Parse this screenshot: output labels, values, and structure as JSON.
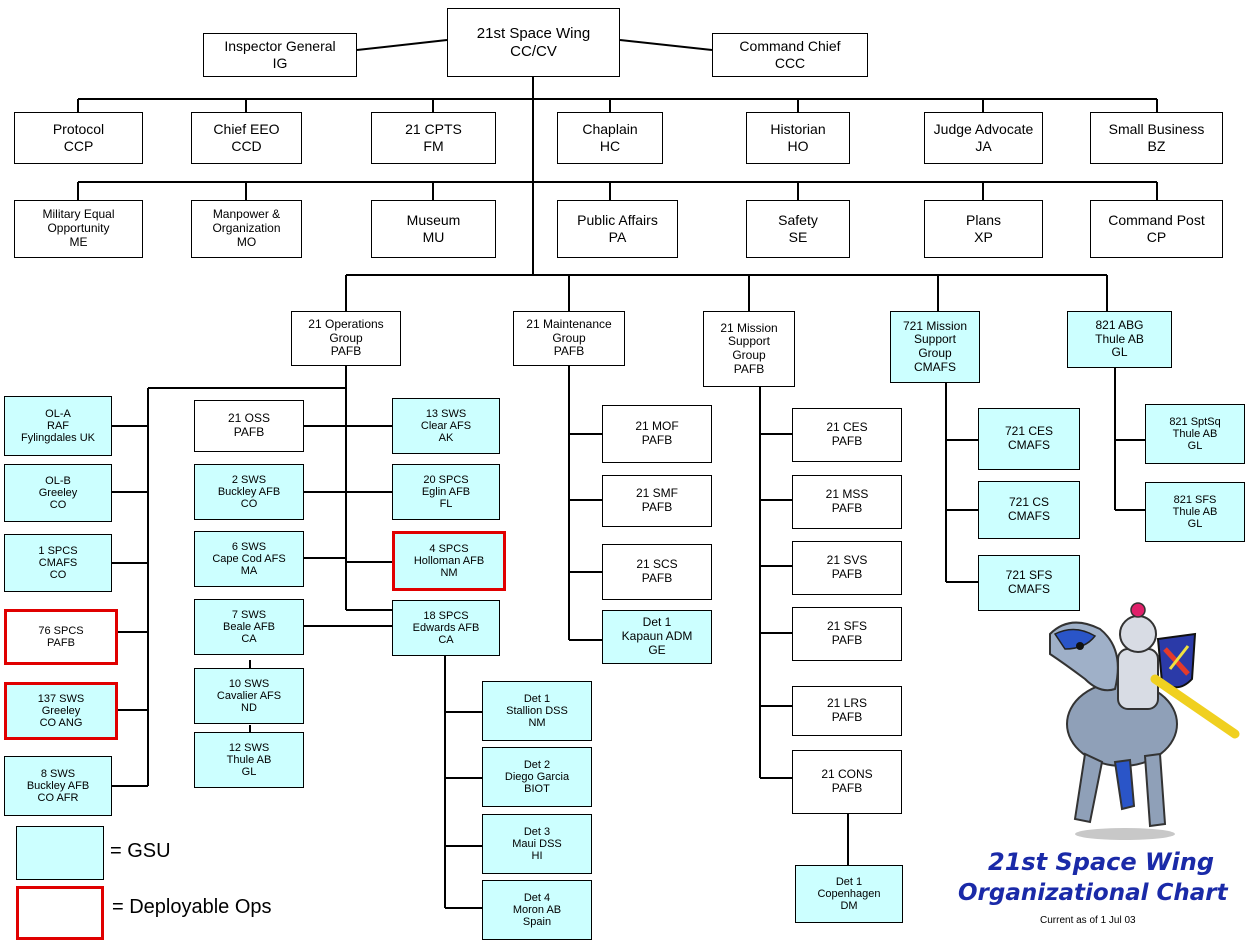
{
  "boxes": [
    {
      "id": "wing",
      "lines": [
        "21st Space Wing",
        "CC/CV"
      ],
      "gsu": false,
      "dep": false
    },
    {
      "id": "ig",
      "lines": [
        "Inspector General",
        "IG"
      ],
      "gsu": false,
      "dep": false
    },
    {
      "id": "ccc",
      "lines": [
        "Command Chief",
        "CCC"
      ],
      "gsu": false,
      "dep": false
    },
    {
      "id": "ccp",
      "lines": [
        "Protocol",
        "CCP"
      ],
      "gsu": false,
      "dep": false
    },
    {
      "id": "ccd",
      "lines": [
        "Chief EEO",
        "CCD"
      ],
      "gsu": false,
      "dep": false
    },
    {
      "id": "fm",
      "lines": [
        "21 CPTS",
        "FM"
      ],
      "gsu": false,
      "dep": false
    },
    {
      "id": "hc",
      "lines": [
        "Chaplain",
        "HC"
      ],
      "gsu": false,
      "dep": false
    },
    {
      "id": "ho",
      "lines": [
        "Historian",
        "HO"
      ],
      "gsu": false,
      "dep": false
    },
    {
      "id": "ja",
      "lines": [
        "Judge Advocate",
        "JA"
      ],
      "gsu": false,
      "dep": false
    },
    {
      "id": "bz",
      "lines": [
        "Small Business",
        "BZ"
      ],
      "gsu": false,
      "dep": false
    },
    {
      "id": "me",
      "lines": [
        "Military Equal",
        "Opportunity",
        "ME"
      ],
      "gsu": false,
      "dep": false
    },
    {
      "id": "mo",
      "lines": [
        "Manpower &",
        "Organization",
        "MO"
      ],
      "gsu": false,
      "dep": false
    },
    {
      "id": "mu",
      "lines": [
        "Museum",
        "MU"
      ],
      "gsu": false,
      "dep": false
    },
    {
      "id": "pa",
      "lines": [
        "Public Affairs",
        "PA"
      ],
      "gsu": false,
      "dep": false
    },
    {
      "id": "se",
      "lines": [
        "Safety",
        "SE"
      ],
      "gsu": false,
      "dep": false
    },
    {
      "id": "xp",
      "lines": [
        "Plans",
        "XP"
      ],
      "gsu": false,
      "dep": false
    },
    {
      "id": "cp",
      "lines": [
        "Command Post",
        "CP"
      ],
      "gsu": false,
      "dep": false
    },
    {
      "id": "og",
      "lines": [
        "21 Operations",
        "Group",
        "PAFB"
      ],
      "gsu": false,
      "dep": false
    },
    {
      "id": "mxg",
      "lines": [
        "21 Maintenance",
        "Group",
        "PAFB"
      ],
      "gsu": false,
      "dep": false
    },
    {
      "id": "msg",
      "lines": [
        "21 Mission",
        "Support",
        "Group",
        "PAFB"
      ],
      "gsu": false,
      "dep": false
    },
    {
      "id": "msg721",
      "lines": [
        "721 Mission",
        "Support",
        "Group",
        "CMAFS"
      ],
      "gsu": true,
      "dep": false
    },
    {
      "id": "abg",
      "lines": [
        "821 ABG",
        "Thule AB",
        "GL"
      ],
      "gsu": true,
      "dep": false
    },
    {
      "id": "ola",
      "lines": [
        "OL-A",
        "RAF",
        "Fylingdales UK"
      ],
      "gsu": true,
      "dep": false
    },
    {
      "id": "olb",
      "lines": [
        "OL-B",
        "Greeley",
        "CO"
      ],
      "gsu": true,
      "dep": false
    },
    {
      "id": "spcs1",
      "lines": [
        "1 SPCS",
        "CMAFS",
        "CO"
      ],
      "gsu": true,
      "dep": false
    },
    {
      "id": "spcs76",
      "lines": [
        "76 SPCS",
        "PAFB"
      ],
      "gsu": false,
      "dep": true
    },
    {
      "id": "sws137",
      "lines": [
        "137 SWS",
        "Greeley",
        "CO ANG"
      ],
      "gsu": true,
      "dep": true
    },
    {
      "id": "sws8",
      "lines": [
        "8 SWS",
        "Buckley AFB",
        "CO AFR"
      ],
      "gsu": true,
      "dep": false
    },
    {
      "id": "oss",
      "lines": [
        "21 OSS",
        "PAFB"
      ],
      "gsu": false,
      "dep": false
    },
    {
      "id": "sws2",
      "lines": [
        "2 SWS",
        "Buckley AFB",
        "CO"
      ],
      "gsu": true,
      "dep": false
    },
    {
      "id": "sws6",
      "lines": [
        "6 SWS",
        "Cape Cod AFS",
        "MA"
      ],
      "gsu": true,
      "dep": false
    },
    {
      "id": "sws7",
      "lines": [
        "7 SWS",
        "Beale AFB",
        "CA"
      ],
      "gsu": true,
      "dep": false
    },
    {
      "id": "sws10",
      "lines": [
        "10 SWS",
        "Cavalier AFS",
        "ND"
      ],
      "gsu": true,
      "dep": false
    },
    {
      "id": "sws12",
      "lines": [
        "12 SWS",
        "Thule AB",
        "GL"
      ],
      "gsu": true,
      "dep": false
    },
    {
      "id": "sws13",
      "lines": [
        "13 SWS",
        "Clear AFS",
        "AK"
      ],
      "gsu": true,
      "dep": false
    },
    {
      "id": "spcs20",
      "lines": [
        "20 SPCS",
        "Eglin AFB",
        "FL"
      ],
      "gsu": true,
      "dep": false
    },
    {
      "id": "spcs4",
      "lines": [
        "4 SPCS",
        "Holloman AFB",
        "NM"
      ],
      "gsu": true,
      "dep": true
    },
    {
      "id": "spcs18",
      "lines": [
        "18 SPCS",
        "Edwards AFB",
        "CA"
      ],
      "gsu": true,
      "dep": false
    },
    {
      "id": "det1s",
      "lines": [
        "Det 1",
        "Stallion DSS",
        "NM"
      ],
      "gsu": true,
      "dep": false
    },
    {
      "id": "det2",
      "lines": [
        "Det 2",
        "Diego Garcia",
        "BIOT"
      ],
      "gsu": true,
      "dep": false
    },
    {
      "id": "det3",
      "lines": [
        "Det 3",
        "Maui DSS",
        "HI"
      ],
      "gsu": true,
      "dep": false
    },
    {
      "id": "det4",
      "lines": [
        "Det 4",
        "Moron AB",
        "Spain"
      ],
      "gsu": true,
      "dep": false
    },
    {
      "id": "mof",
      "lines": [
        "21 MOF",
        "PAFB"
      ],
      "gsu": false,
      "dep": false
    },
    {
      "id": "smf",
      "lines": [
        "21 SMF",
        "PAFB"
      ],
      "gsu": false,
      "dep": false
    },
    {
      "id": "scs",
      "lines": [
        "21 SCS",
        "PAFB"
      ],
      "gsu": false,
      "dep": false
    },
    {
      "id": "det1k",
      "lines": [
        "Det 1",
        "Kapaun ADM",
        "GE"
      ],
      "gsu": true,
      "dep": false
    },
    {
      "id": "ces",
      "lines": [
        "21 CES",
        "PAFB"
      ],
      "gsu": false,
      "dep": false
    },
    {
      "id": "mss",
      "lines": [
        "21 MSS",
        "PAFB"
      ],
      "gsu": false,
      "dep": false
    },
    {
      "id": "svs",
      "lines": [
        "21 SVS",
        "PAFB"
      ],
      "gsu": false,
      "dep": false
    },
    {
      "id": "sfs",
      "lines": [
        "21 SFS",
        "PAFB"
      ],
      "gsu": false,
      "dep": false
    },
    {
      "id": "lrs",
      "lines": [
        "21 LRS",
        "PAFB"
      ],
      "gsu": false,
      "dep": false
    },
    {
      "id": "cons",
      "lines": [
        "21 CONS",
        "PAFB"
      ],
      "gsu": false,
      "dep": false
    },
    {
      "id": "det1c",
      "lines": [
        "Det 1",
        "Copenhagen",
        "DM"
      ],
      "gsu": true,
      "dep": false
    },
    {
      "id": "ces721",
      "lines": [
        "721 CES",
        "CMAFS"
      ],
      "gsu": true,
      "dep": false
    },
    {
      "id": "cs721",
      "lines": [
        "721 CS",
        "CMAFS"
      ],
      "gsu": true,
      "dep": false
    },
    {
      "id": "sfs721",
      "lines": [
        "721 SFS",
        "CMAFS"
      ],
      "gsu": true,
      "dep": false
    },
    {
      "id": "suptsq",
      "lines": [
        "821 SptSq",
        "Thule AB",
        "GL"
      ],
      "gsu": true,
      "dep": false
    },
    {
      "id": "sfs821",
      "lines": [
        "821 SFS",
        "Thule AB",
        "GL"
      ],
      "gsu": true,
      "dep": false
    }
  ],
  "legend": {
    "gsu_label": "= GSU",
    "dep_label": "= Deployable Ops"
  },
  "title": {
    "line1": "21st Space Wing",
    "line2": "Organizational Chart",
    "footnote": "Current as of 1 Jul 03"
  },
  "colors": {
    "gsu_fill": "#ccffff",
    "deployable_border": "#e00000",
    "title_blue": "#1a2aa8"
  },
  "icons": [
    "knight-mascot-icon"
  ]
}
